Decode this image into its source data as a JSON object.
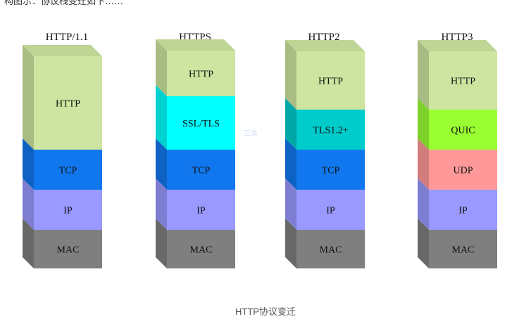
{
  "header_text": "构图示：协议栈变迁如下……",
  "caption": "HTTP协议变迁",
  "watermark": "三余",
  "colors": {
    "http": "#cde5a0",
    "ssl_tls": "#00ffff",
    "tls12": "#00cccc",
    "tcp": "#1177ee",
    "ip": "#9999ff",
    "mac": "#7f7f7f",
    "quic": "#99ff33",
    "udp": "#ff9999"
  },
  "stacks": [
    {
      "title": "HTTP/1.1",
      "layers": [
        {
          "label": "HTTP",
          "color_key": "http"
        },
        {
          "label": "TCP",
          "color_key": "tcp"
        },
        {
          "label": "IP",
          "color_key": "ip"
        },
        {
          "label": "MAC",
          "color_key": "mac"
        }
      ]
    },
    {
      "title": "HTTPS",
      "layers": [
        {
          "label": "HTTP",
          "color_key": "http"
        },
        {
          "label": "SSL/TLS",
          "color_key": "ssl_tls"
        },
        {
          "label": "TCP",
          "color_key": "tcp"
        },
        {
          "label": "IP",
          "color_key": "ip"
        },
        {
          "label": "MAC",
          "color_key": "mac"
        }
      ]
    },
    {
      "title": "HTTP2",
      "layers": [
        {
          "label": "HTTP",
          "color_key": "http"
        },
        {
          "label": "TLS1.2+",
          "color_key": "tls12"
        },
        {
          "label": "TCP",
          "color_key": "tcp"
        },
        {
          "label": "IP",
          "color_key": "ip"
        },
        {
          "label": "MAC",
          "color_key": "mac"
        }
      ]
    },
    {
      "title": "HTTP3",
      "layers": [
        {
          "label": "HTTP",
          "color_key": "http"
        },
        {
          "label": "QUIC",
          "color_key": "quic"
        },
        {
          "label": "UDP",
          "color_key": "udp"
        },
        {
          "label": "IP",
          "color_key": "ip"
        },
        {
          "label": "MAC",
          "color_key": "mac"
        }
      ]
    }
  ]
}
